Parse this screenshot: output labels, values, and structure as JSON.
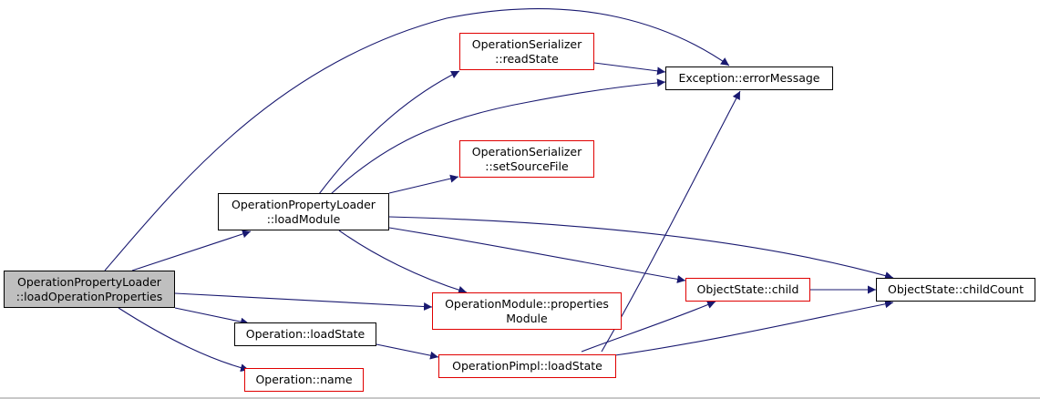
{
  "diagram": {
    "edge_color": "#191970",
    "node_border_default": "#000000",
    "node_border_incomplete": "#e00000",
    "root_fill": "#bfbfbf",
    "nodes": {
      "root": [
        "OperationPropertyLoader",
        "::loadOperationProperties"
      ],
      "loadModule": [
        "OperationPropertyLoader",
        "::loadModule"
      ],
      "readState": [
        "OperationSerializer",
        "::readState"
      ],
      "setSourceFile": [
        "OperationSerializer",
        "::setSourceFile"
      ],
      "errorMessage": [
        "Exception::errorMessage"
      ],
      "propertiesModule": [
        "OperationModule::properties",
        "Module"
      ],
      "loadState": [
        "Operation::loadState"
      ],
      "name": [
        "Operation::name"
      ],
      "pimplLoadState": [
        "OperationPimpl::loadState"
      ],
      "child": [
        "ObjectState::child"
      ],
      "childCount": [
        "ObjectState::childCount"
      ]
    },
    "edges": [
      [
        "root",
        "errorMessage"
      ],
      [
        "root",
        "loadModule"
      ],
      [
        "root",
        "propertiesModule"
      ],
      [
        "root",
        "loadState"
      ],
      [
        "root",
        "name"
      ],
      [
        "loadModule",
        "readState"
      ],
      [
        "loadModule",
        "errorMessage"
      ],
      [
        "loadModule",
        "setSourceFile"
      ],
      [
        "loadModule",
        "childCount"
      ],
      [
        "loadModule",
        "child"
      ],
      [
        "loadModule",
        "propertiesModule"
      ],
      [
        "readState",
        "errorMessage"
      ],
      [
        "loadState",
        "pimplLoadState"
      ],
      [
        "pimplLoadState",
        "errorMessage"
      ],
      [
        "pimplLoadState",
        "child"
      ],
      [
        "pimplLoadState",
        "childCount"
      ],
      [
        "child",
        "childCount"
      ]
    ]
  }
}
